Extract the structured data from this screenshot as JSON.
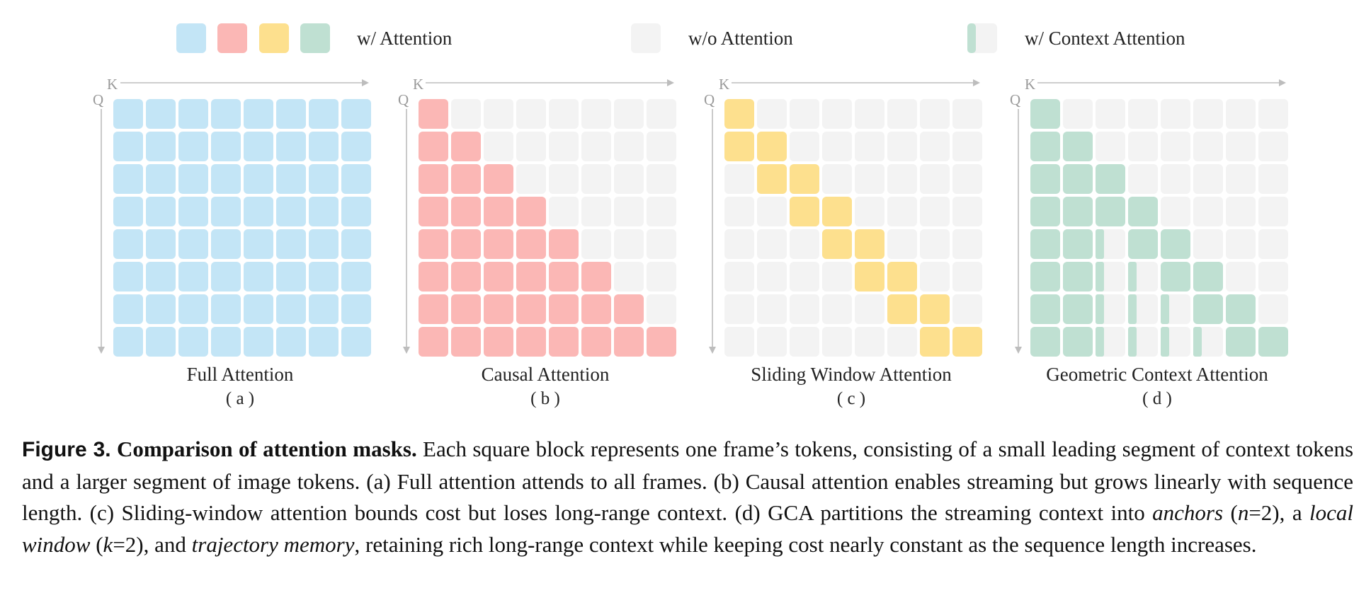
{
  "colors": {
    "full": "#c3e5f6",
    "causal": "#fbb7b5",
    "sliding": "#fde08e",
    "context": "#bfe0d2",
    "empty": "#f3f3f3",
    "axis": "#bdbdbd"
  },
  "legend": {
    "with_attention": "w/ Attention",
    "without_attention": "w/o Attention",
    "with_context_attention": "w/ Context Attention"
  },
  "axes": {
    "q": "Q",
    "k": "K"
  },
  "panels": [
    {
      "key": "full",
      "title": "Full Attention",
      "tag": "( a )"
    },
    {
      "key": "causal",
      "title": "Causal Attention",
      "tag": "( b )"
    },
    {
      "key": "sliding",
      "title": "Sliding Window Attention",
      "tag": "( c )"
    },
    {
      "key": "gca",
      "title": "Geometric Context Attention",
      "tag": "( d )"
    }
  ],
  "caption": {
    "label": "Figure 3.",
    "title": "Comparison of attention masks.",
    "part1": " Each square block represents one frame’s tokens, consisting of a small leading segment of context tokens and a larger segment of image tokens. (a) Full attention attends to all frames. (b) Causal attention enables streaming but grows linearly with sequence length. (c) Sliding-window attention bounds cost but loses long-range context. (d) GCA partitions the streaming context into ",
    "anchors": "anchors",
    "part2": " (",
    "n_var": "n",
    "part3": "=2), a ",
    "local_window": "local window",
    "part4": " (",
    "k_var": "k",
    "part5": "=2), and ",
    "trajectory_memory": "trajectory memory",
    "part6": ", retaining rich long-range context while keeping cost nearly constant as the sequence length increases."
  }
}
